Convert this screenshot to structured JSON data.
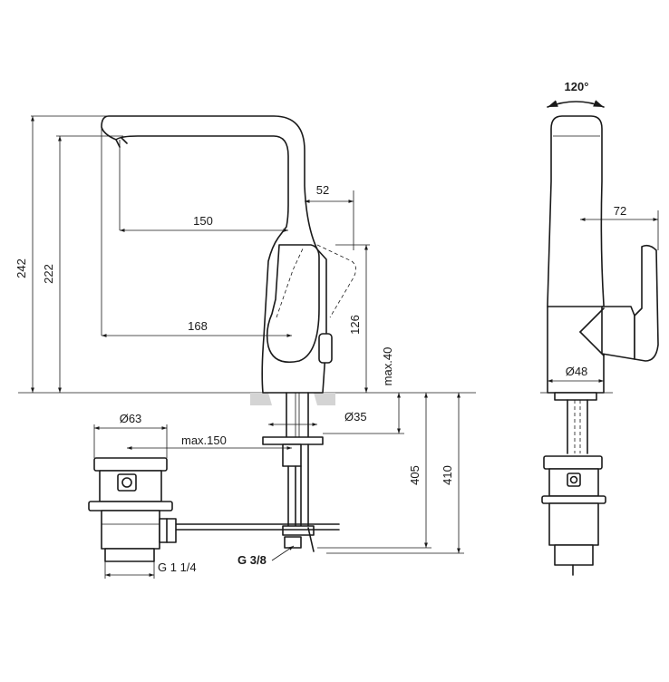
{
  "labels": {
    "rotation": "120°",
    "h242": "242",
    "h222": "222",
    "reach150": "150",
    "reach168": "168",
    "w52": "52",
    "h126": "126",
    "max40": "max.40",
    "dia35": "Ø35",
    "dia63": "Ø63",
    "max150": "max.150",
    "h405": "405",
    "h410": "410",
    "g38": "G 3/8",
    "g114": "G 1 1/4",
    "w72": "72",
    "dia48": "Ø48"
  }
}
